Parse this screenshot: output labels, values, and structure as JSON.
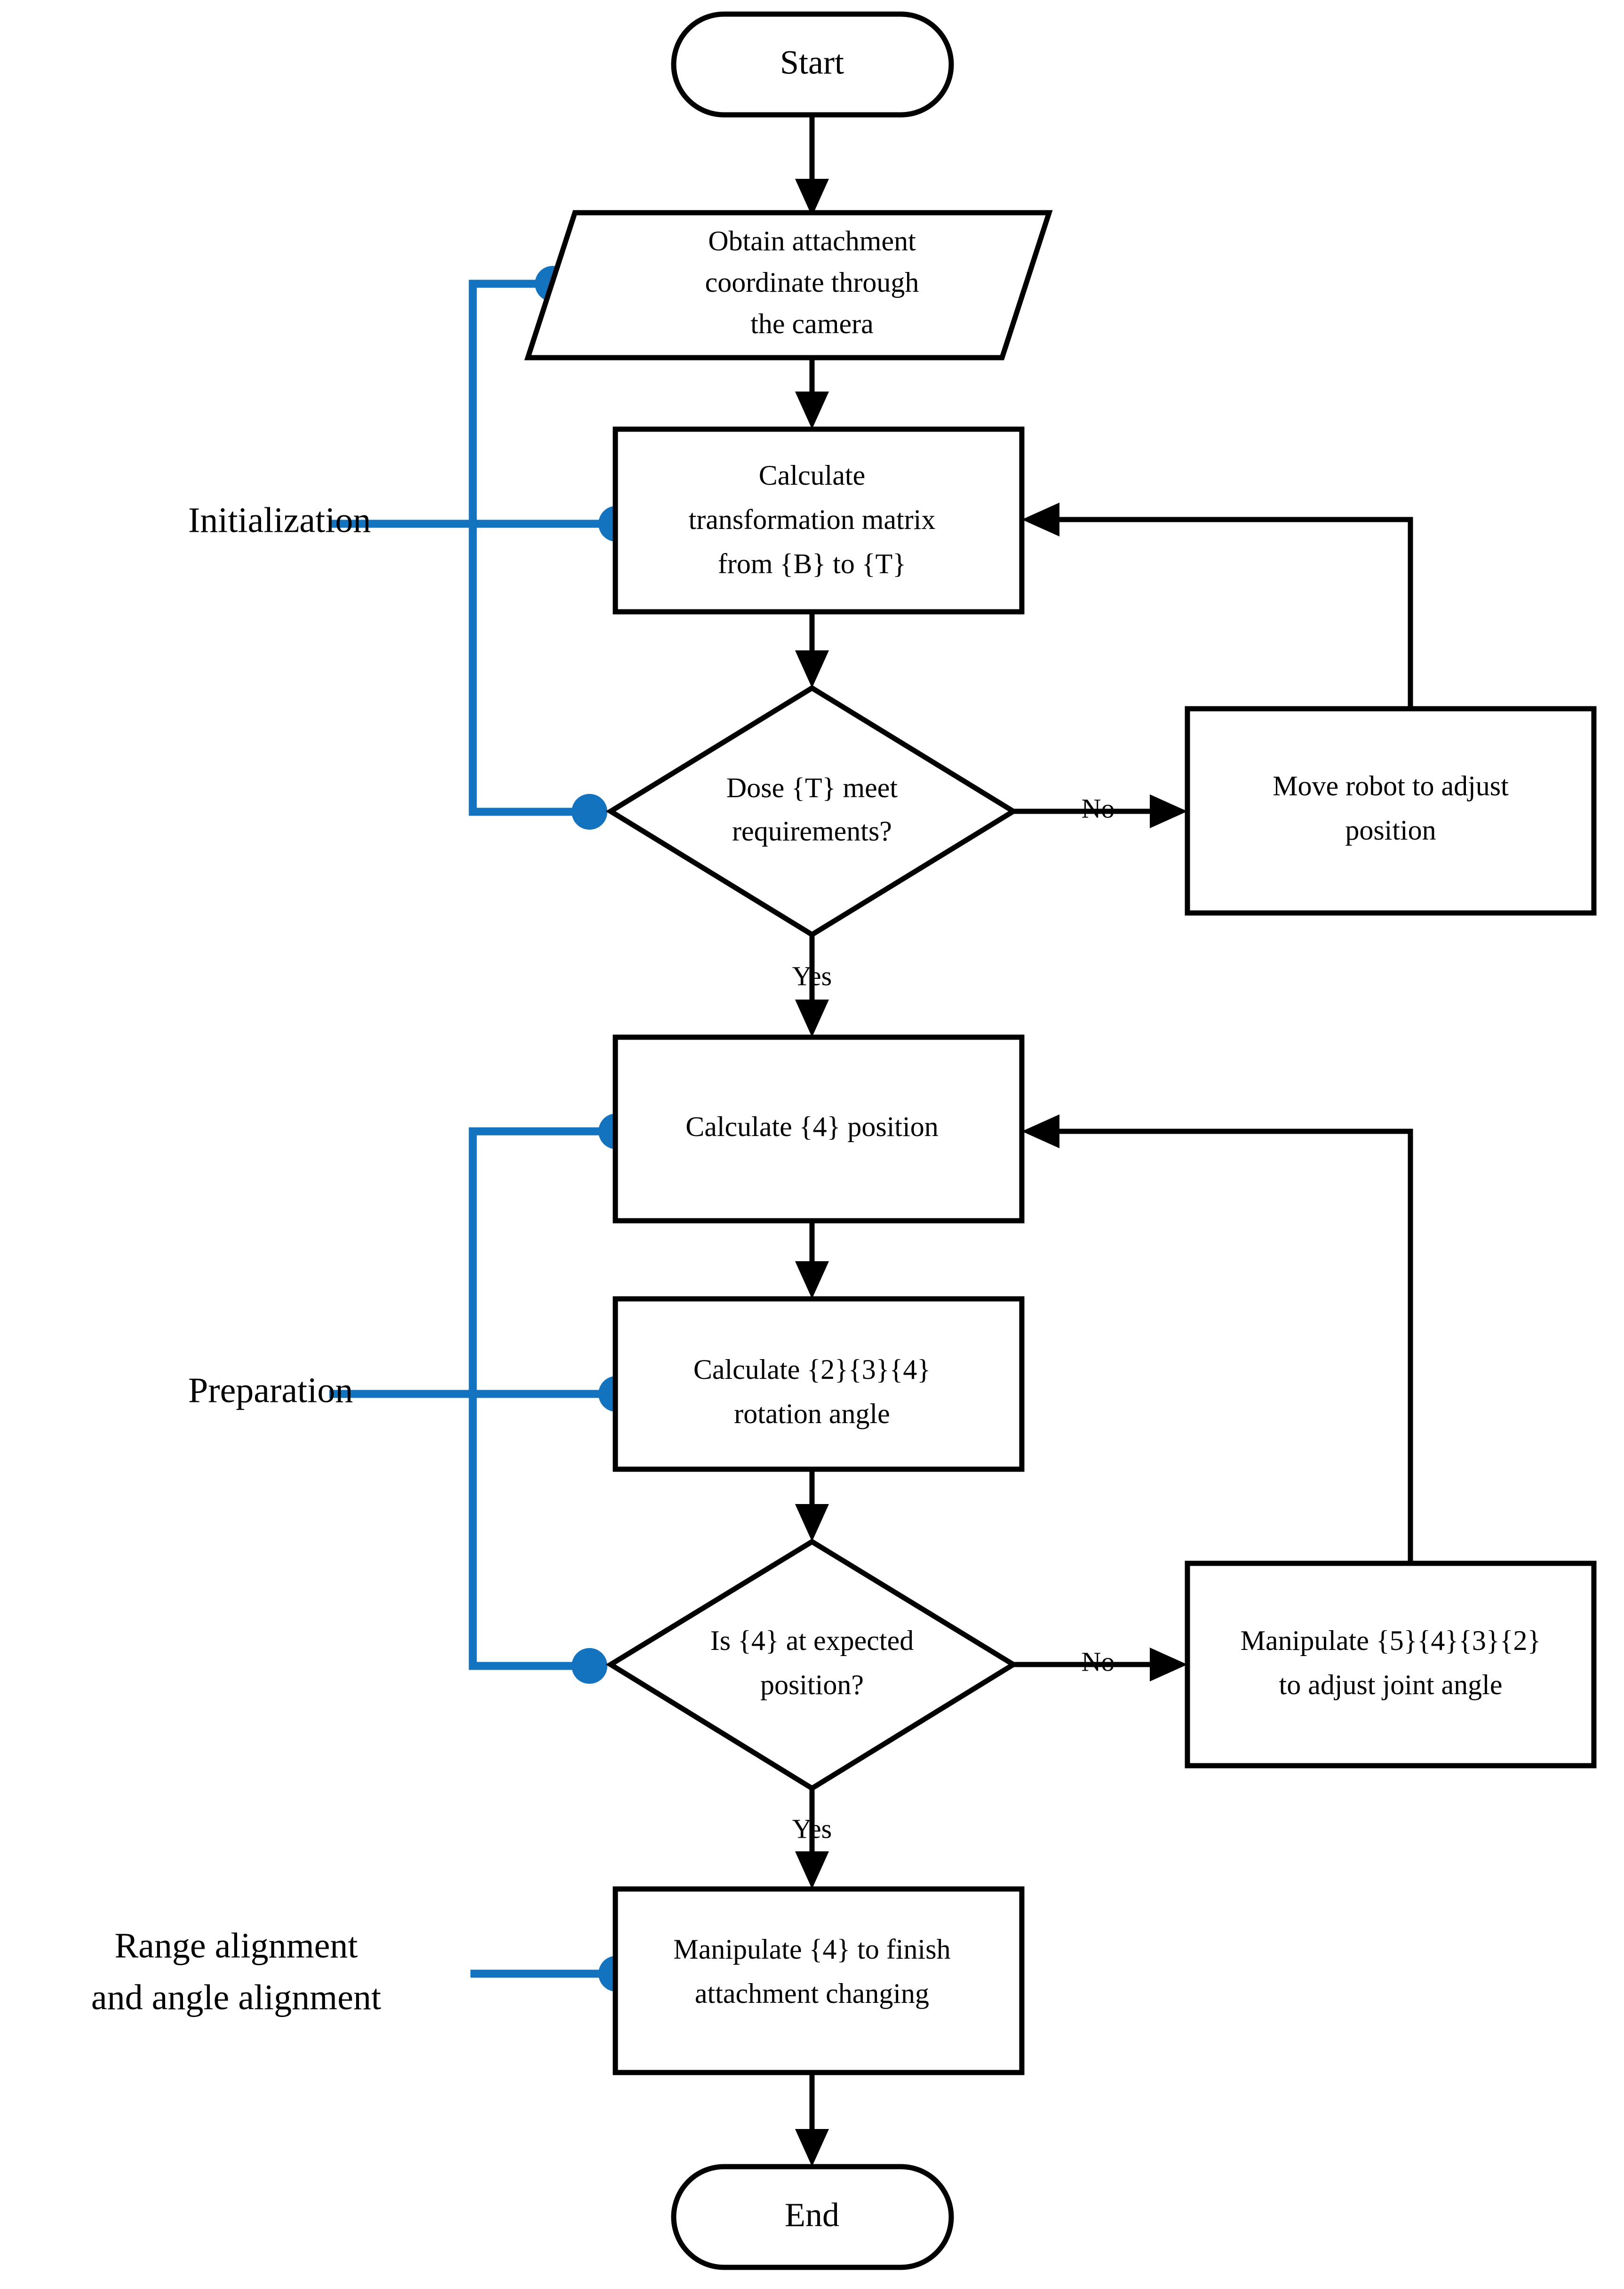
{
  "diagram": {
    "title": "Attachment changing control flowchart",
    "accent_color": "#1473BE",
    "line_color": "#000000",
    "background_color": "#FFFFFF"
  },
  "nodes": {
    "start": {
      "label": "Start",
      "shape": "terminal"
    },
    "obtain_coordinate": {
      "shape": "parallelogram",
      "line1": "Obtain  attachment",
      "line2": "coordinate  through",
      "line3": "the camera"
    },
    "calc_transform": {
      "shape": "process",
      "line1": "Calculate",
      "line2": "transformation matrix",
      "line3": "from {B} to {T}"
    },
    "decision_t": {
      "shape": "decision",
      "line1": "Dose {T} meet",
      "line2": "requirements?"
    },
    "move_robot": {
      "shape": "process",
      "line1": "Move robot to adjust",
      "line2": "position"
    },
    "calc_4_position": {
      "shape": "process",
      "line1": "Calculate {4} position"
    },
    "calc_rotation": {
      "shape": "process",
      "line1": "Calculate {2}{3}{4}",
      "line2": "rotation angle"
    },
    "decision_4": {
      "shape": "decision",
      "line1": "Is {4} at expected",
      "line2": "position?"
    },
    "manipulate_joints": {
      "shape": "process",
      "line1": "Manipulate {5}{4}{3}{2}",
      "line2": "to adjust joint angle"
    },
    "manipulate_finish": {
      "shape": "process",
      "line1": "Manipulate {4} to finish",
      "line2": "attachment changing"
    },
    "end": {
      "label": "End",
      "shape": "terminal"
    }
  },
  "edge_labels": {
    "no_1": "No",
    "yes_1": "Yes",
    "no_2": "No",
    "yes_2": "Yes"
  },
  "groups": [
    {
      "id": "initialization",
      "label": "Initialization"
    },
    {
      "id": "preparation",
      "label": "Preparation"
    },
    {
      "id": "range_angle_alignment",
      "line1": "Range alignment",
      "line2": "and angle alignment"
    }
  ],
  "flow_sequence": [
    "Start",
    "Obtain attachment coordinate through the camera",
    "Calculate transformation matrix from {B} to {T}",
    "Dose {T} meet requirements?",
    "No -> Move robot to adjust position -> back to Calculate transformation matrix from {B} to {T}",
    "Yes -> Calculate {4} position",
    "Calculate {2}{3}{4} rotation angle",
    "Is {4} at expected position?",
    "No -> Manipulate {5}{4}{3}{2} to adjust joint angle -> back to Calculate {4} position",
    "Yes -> Manipulate {4} to finish attachment changing",
    "End"
  ]
}
